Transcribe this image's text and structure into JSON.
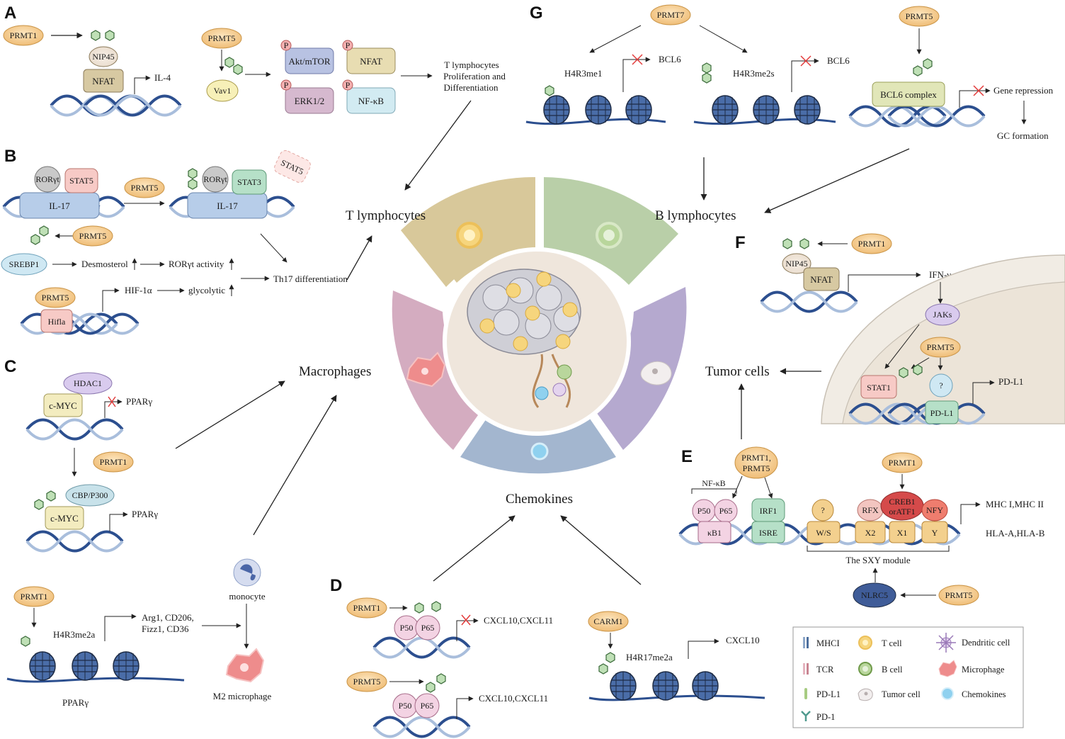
{
  "panels": {
    "A": "A",
    "B": "B",
    "C": "C",
    "D": "D",
    "E": "E",
    "F": "F",
    "G": "G"
  },
  "categories": {
    "t_lymphocytes": "T lymphocytes",
    "b_lymphocytes": "B lymphocytes",
    "macrophages": "Macrophages",
    "tumor_cells": "Tumor cells",
    "chemokines": "Chemokines"
  },
  "A": {
    "prmt1": "PRMT1",
    "nip45": "NIP45",
    "nfat": "NFAT",
    "il4": "IL-4",
    "prmt5": "PRMT5",
    "vav1": "Vav1",
    "akt": "Akt/mTOR",
    "nfat2": "NFAT",
    "erk": "ERK1/2",
    "nfkb": "NF-κB",
    "p": "P",
    "outcome_l1": "T lymphocytes",
    "outcome_l2": "Proliferation and",
    "outcome_l3": "Differentiation"
  },
  "B": {
    "rorgt": "RORγt",
    "stat5": "STAT5",
    "il17": "IL-17",
    "prmt5": "PRMT5",
    "stat3": "STAT3",
    "stat5_ghost": "STAT5",
    "srebp1": "SREBP1",
    "desmosterol": "Desmosterol",
    "rorgt_activity": "RORγt activity",
    "th17": "Th17 differentiation",
    "hif1a": "HIF-1α",
    "glycolytic": "glycolytic",
    "hif1a_gene": "Hifla"
  },
  "C": {
    "hdac1": "HDAC1",
    "cmyc": "c-MYC",
    "pparg": "PPARγ",
    "prmt1": "PRMT1",
    "cbp": "CBP/P300",
    "h4r3me2a": "H4R3me2a",
    "arg1_l1": "Arg1, CD206,",
    "arg1_l2": "Fizz1, CD36",
    "monocyte": "monocyte",
    "m2": "M2 microphage"
  },
  "D": {
    "prmt1": "PRMT1",
    "prmt5": "PRMT5",
    "p50": "P50",
    "p65": "P65",
    "cxcl_a": "CXCL10,CXCL11",
    "cxcl_b": "CXCL10,CXCL11",
    "carm1": "CARM1",
    "h4r17": "H4R17me2a",
    "cxcl10": "CXCL10"
  },
  "E": {
    "prmt15_l1": "PRMT1,",
    "prmt15_l2": "PRMT5",
    "nfkb": "NF-κB",
    "p50": "P50",
    "p65": "P65",
    "kb1": "κB1",
    "irf1": "IRF1",
    "isre": "ISRE",
    "q": "?",
    "ws": "W/S",
    "rfx": "RFX",
    "x2": "X2",
    "creb_l1": "CREB1",
    "creb_l2": "orATF1",
    "x1": "X1",
    "nfy": "NFY",
    "y": "Y",
    "mhc": "MHC I,MHC II",
    "hla": "HLA-A,HLA-B",
    "sxy": "The SXY module",
    "prmt1": "PRMT1",
    "nlrc5": "NLRC5",
    "prmt5": "PRMT5"
  },
  "F": {
    "prmt1": "PRMT1",
    "nip45": "NIP45",
    "nfat": "NFAT",
    "ifng": "IFN-γ",
    "jaks": "JAKs",
    "prmt5": "PRMT5",
    "stat1": "STAT1",
    "q": "?",
    "pdl1": "PD-L1",
    "pdl1_gene": "PD-L1"
  },
  "G": {
    "prmt7": "PRMT7",
    "h4r3me1": "H4R3me1",
    "bcl6_a": "BCL6",
    "h4r3me2s": "H4R3me2s",
    "bcl6_b": "BCL6",
    "prmt5": "PRMT5",
    "bcl6_complex": "BCL6 complex",
    "gene_rep": "Gene repression",
    "gc": "GC formation"
  },
  "legend": {
    "mhci": "MHCI",
    "tcr": "TCR",
    "pdl1": "PD-L1",
    "pd1": "PD-1",
    "tcell": "T cell",
    "bcell": "B cell",
    "tumor": "Tumor cell",
    "dendritic": "Dendritic cell",
    "micro": "Microphage",
    "chemo": "Chemokines"
  },
  "colors": {
    "prmt": "#f3c585",
    "dna": "#2c4f8f",
    "t_sector": "#d8c89a",
    "b_sector": "#b9cfa8",
    "tumor_sector": "#b5a9cf",
    "chemo_sector": "#a3b6cf",
    "macro_sector": "#d4acc0"
  }
}
